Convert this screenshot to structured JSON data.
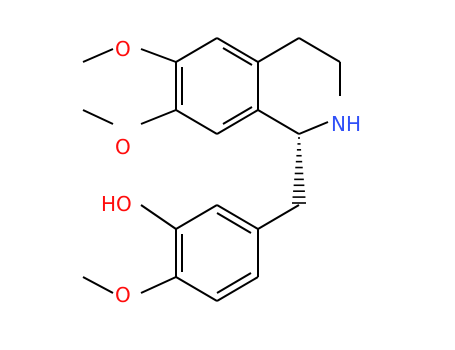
{
  "colors": {
    "bond": "#000000",
    "oxygen": "#ff0d0d",
    "nitrogen": "#3050f8",
    "background": "#ffffff"
  },
  "atoms": {
    "o_methoxy_6": "O",
    "o_methoxy_7": "O",
    "nh": "NH",
    "ho": "HO",
    "o_methoxy_4": "O"
  },
  "stereo": {
    "c1_to_ch2": "hashed-wedge"
  }
}
